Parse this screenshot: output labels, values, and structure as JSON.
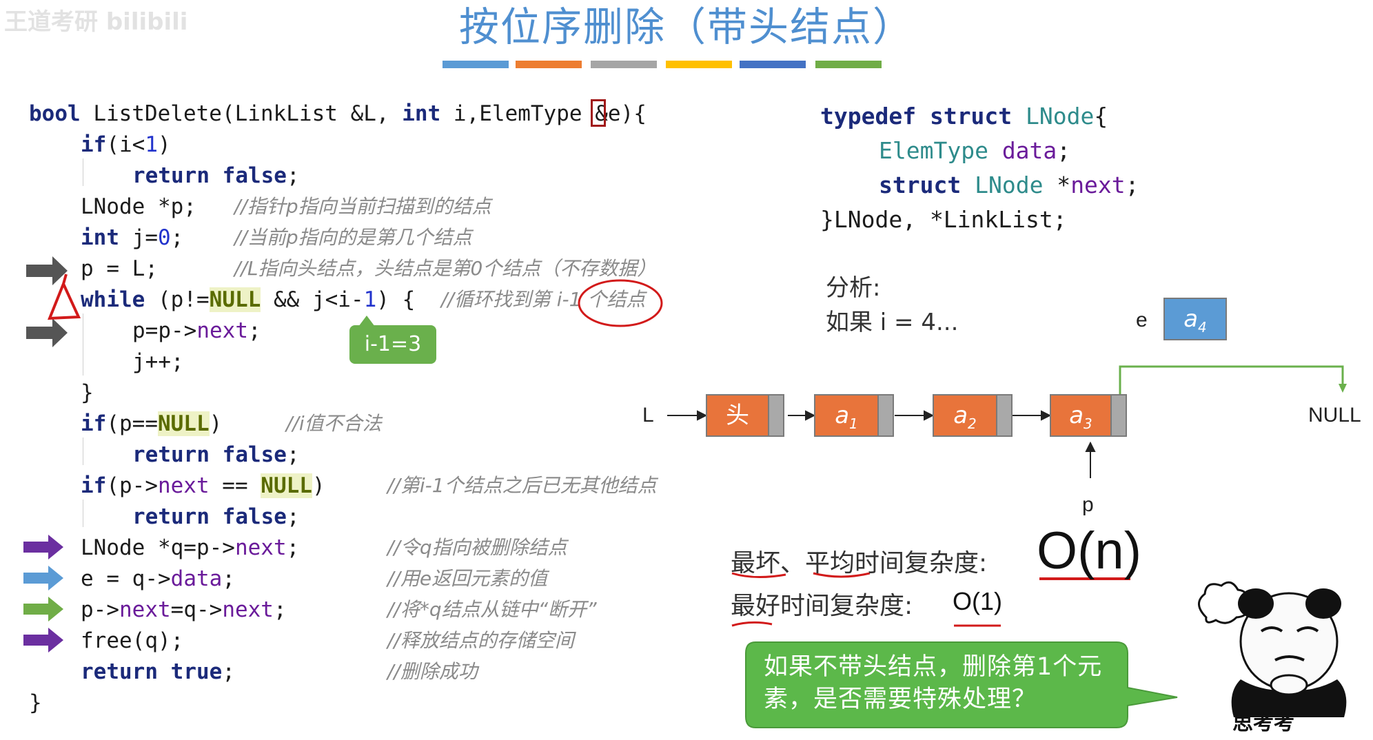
{
  "watermark": "王道考研 bilibili",
  "title": "按位序删除（带头结点）",
  "colors": {
    "title": "#4f8fd0",
    "stripes": [
      "#5b9bd5",
      "#ed7d31",
      "#a5a5a5",
      "#ffc000",
      "#4472c4",
      "#70ad47"
    ],
    "node": "#e8743b",
    "bubble": "#5cb84a",
    "annotation": "#d21a1a"
  },
  "code": {
    "l1": {
      "kw1": "bool",
      "a": " ListDelete(LinkList &L, ",
      "kw2": "int",
      "b": " i,ElemType ",
      "amp": "&",
      "c": "e){"
    },
    "l2": {
      "kw": "if",
      "a": "(i<",
      "num": "1",
      "b": ")"
    },
    "l3": {
      "kw1": "return",
      "kw2": "false",
      "semi": ";"
    },
    "l4": {
      "code": "LNode *p;",
      "comment": "//指针p指向当前扫描到的结点"
    },
    "l5": {
      "kw": "int",
      "a": " j=",
      "num": "0",
      "b": ";",
      "comment": "//当前p指向的是第几个结点"
    },
    "l6": {
      "code": "p = L;",
      "comment": "//L指向头结点，头结点是第0个结点（不存数据）"
    },
    "l7": {
      "kw": "while",
      "a": " (p!=",
      "nul": "NULL",
      "b": " && j<i-",
      "num": "1",
      "c": ") {",
      "comment": "//循环找到第 i-1 个结点"
    },
    "l8": {
      "a": "p=p->",
      "fld": "next",
      "b": ";"
    },
    "l9": {
      "code": "j++;"
    },
    "l10": {
      "code": "}"
    },
    "l11": {
      "kw": "if",
      "a": "(p==",
      "nul": "NULL",
      "b": ")",
      "comment": "//i值不合法"
    },
    "l12": {
      "kw1": "return",
      "kw2": "false",
      "semi": ";"
    },
    "l13": {
      "kw": "if",
      "a": "(p->",
      "fld": "next",
      "b": " == ",
      "nul": "NULL",
      "c": ")",
      "comment": "//第i-1个结点之后已无其他结点"
    },
    "l14": {
      "kw1": "return",
      "kw2": "false",
      "semi": ";"
    },
    "l15": {
      "a": "LNode *q=p->",
      "fld": "next",
      "b": ";",
      "comment": "//令q指向被删除结点"
    },
    "l16": {
      "a": "e = q->",
      "fld": "data",
      "b": ";",
      "comment": "//用e返回元素的值"
    },
    "l17": {
      "a": "p->",
      "fld1": "next",
      "b": "=q->",
      "fld2": "next",
      "c": ";",
      "comment": "//将*q结点从链中“断开”"
    },
    "l18": {
      "code": "free(q);",
      "comment": "//释放结点的存储空间"
    },
    "l19": {
      "kw1": "return",
      "kw2": "true",
      "semi": ";",
      "comment": "//删除成功"
    },
    "l20": {
      "code": "}"
    }
  },
  "callout": "i-1=3",
  "typedef": {
    "l1": {
      "kw1": "typedef",
      "kw2": "struct",
      "ty": "LNode",
      "end": "{"
    },
    "l2": {
      "a": "ElemType ",
      "f": "data",
      "b": ";"
    },
    "l3": {
      "kw": "struct",
      "ty": "LNode",
      "a": " *",
      "f": "next",
      "b": ";"
    },
    "l4": {
      "text": "}LNode, *LinkList;"
    }
  },
  "analysis": {
    "heading": "分析:",
    "case": "如果 i = 4..."
  },
  "diagram": {
    "head_pointer": "L",
    "head_node": "头",
    "nodes": [
      {
        "letter": "a",
        "sub": "1"
      },
      {
        "letter": "a",
        "sub": "2"
      },
      {
        "letter": "a",
        "sub": "3"
      }
    ],
    "e_label": "e",
    "e_node": {
      "letter": "a",
      "sub": "4"
    },
    "null_label": "NULL",
    "p_label": "p"
  },
  "complexity": {
    "worst_avg_label": "最坏、平均时间复杂度:",
    "worst_avg_value": "O(n)",
    "best_label": "最好时间复杂度:",
    "best_value": "O(1)"
  },
  "bubble": "如果不带头结点，删除第1个元素，是否需要特殊处理？",
  "meme_caption": "思考考"
}
